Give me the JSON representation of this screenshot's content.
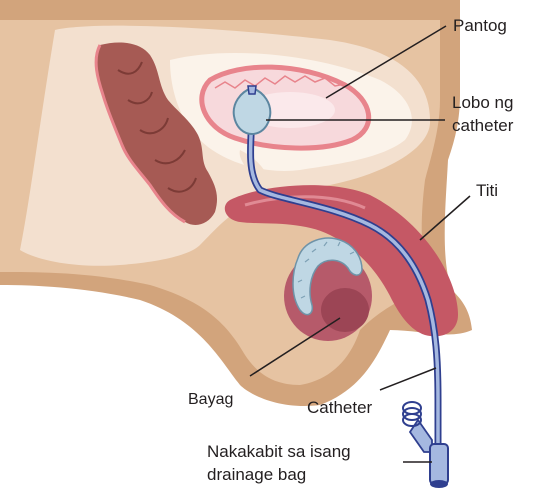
{
  "labels": {
    "bladder": "Pantog",
    "balloon_line1": "Lobo ng",
    "balloon_line2": "catheter",
    "penis": "Titi",
    "testicle": "Bayag",
    "catheter": "Catheter",
    "drainage_line1": "Nakakabit sa isang",
    "drainage_line2": "drainage bag"
  },
  "colors": {
    "skin_outer": "#d2a47c",
    "skin_mid": "#e6c3a2",
    "skin_light": "#f3e0cf",
    "skin_pale": "#fbf3ea",
    "rectum": "#a65a54",
    "rectum_dark": "#7c3b36",
    "pink_rim": "#e8848c",
    "pink_fill": "#f7d9dc",
    "penis": "#c55865",
    "testis": "#b65a6a",
    "epididymis": "#bfd7e4",
    "catheter_fill": "#a5b8e0",
    "catheter_stroke": "#2f3f8f",
    "leader": "#231f20"
  }
}
